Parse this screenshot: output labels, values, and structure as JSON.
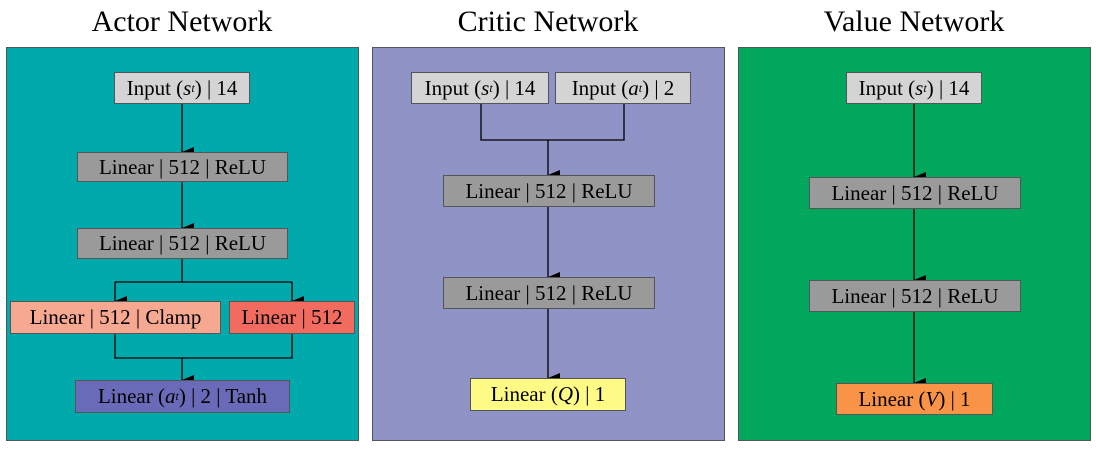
{
  "titles": {
    "actor": "Actor Network",
    "critic": "Critic Network",
    "value": "Value Network"
  },
  "colors": {
    "actor_panel": "#00a9ac",
    "critic_panel": "#8f93c6",
    "value_panel": "#00a75c"
  },
  "actor": {
    "input": {
      "label": "Input (",
      "var": "s",
      "sub": "t",
      "suffix": ") | 14"
    },
    "layer1": "Linear | 512 | ReLU",
    "layer2": "Linear | 512 | ReLU",
    "branch_clamp": "Linear | 512 | Clamp",
    "branch_linear": "Linear | 512",
    "output": {
      "label": "Linear (",
      "var": "a",
      "sub": "t",
      "suffix": ") | 2 | Tanh"
    }
  },
  "critic": {
    "input_state": {
      "label": "Input (",
      "var": "s",
      "sub": "t",
      "suffix": ") | 14"
    },
    "input_action": {
      "label": "Input (",
      "var": "a",
      "sub": "t",
      "suffix": ") | 2"
    },
    "layer1": "Linear | 512 | ReLU",
    "layer2": "Linear | 512 | ReLU",
    "output": {
      "label": "Linear (",
      "var": "Q",
      "suffix": ") | 1"
    }
  },
  "value": {
    "input": {
      "label": "Input (",
      "var": "s",
      "sub": "t",
      "suffix": ") | 14"
    },
    "layer1": "Linear | 512 | ReLU",
    "layer2": "Linear | 512 | ReLU",
    "output": {
      "label": "Linear (",
      "var": "V",
      "suffix": ") | 1"
    }
  }
}
